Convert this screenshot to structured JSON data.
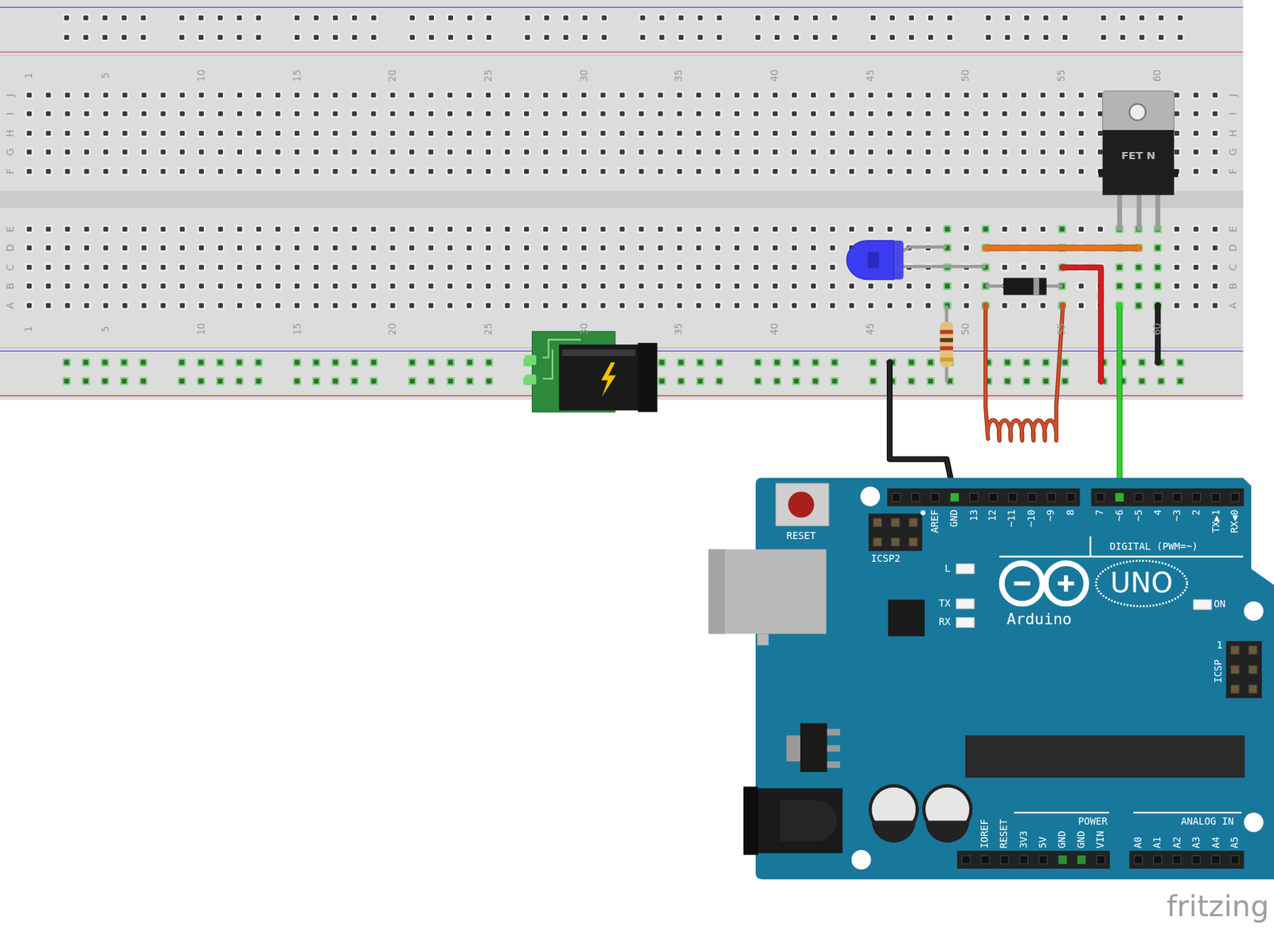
{
  "diagram": {
    "labels": [
      "1",
      "5",
      "10",
      "15",
      "20",
      "25",
      "30",
      "35",
      "40",
      "45",
      "50",
      "55",
      "60",
      "J",
      "I",
      "H",
      "G",
      "F",
      "E",
      "D",
      "C",
      "B",
      "A",
      "J",
      "I",
      "H",
      "G",
      "F",
      "E",
      "D",
      "C",
      "B",
      "A",
      "1",
      "5",
      "10",
      "15",
      "20",
      "25",
      "30",
      "35",
      "40",
      "45",
      "50",
      "55",
      "60",
      "FET N",
      "AREF",
      "GND",
      "13",
      "12",
      "~11",
      "~10",
      "~9",
      "8",
      "7",
      "~6",
      "~5",
      "4",
      "~3",
      "2",
      "TX▶1",
      "RX◀0",
      "DIGITAL (PWM=~)",
      "RESET",
      "ICSP2",
      "L",
      "TX",
      "RX",
      "Arduino",
      "UNO",
      "ON",
      "1",
      "ICSP",
      "IOREF",
      "RESET",
      "3V3",
      "5V",
      "GND",
      "GND",
      "VIN",
      "A0",
      "A1",
      "A2",
      "A3",
      "A4",
      "A5",
      "POWER",
      "ANALOG IN",
      "fritzing"
    ]
  }
}
